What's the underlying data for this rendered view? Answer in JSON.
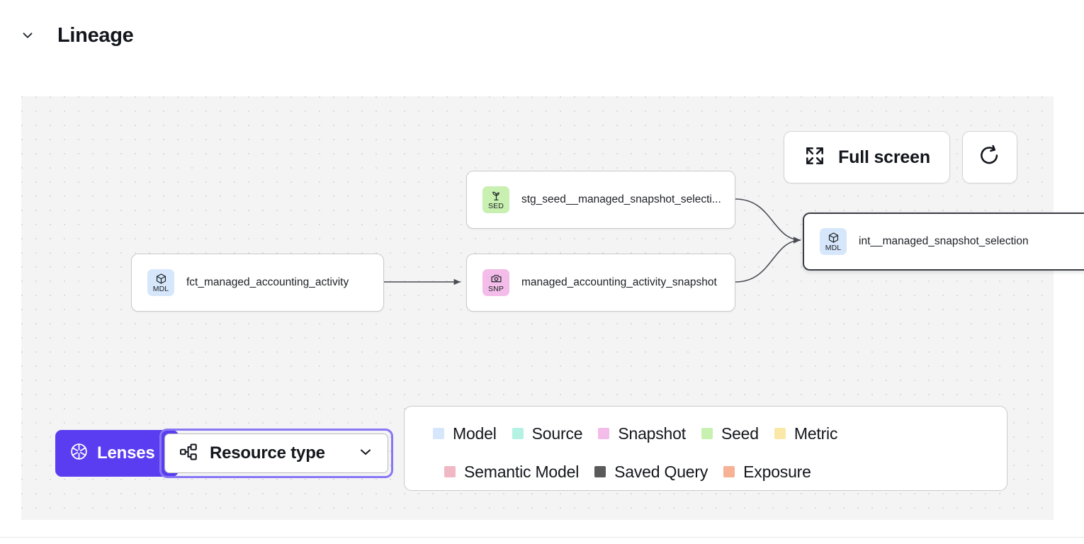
{
  "section": {
    "title": "Lineage",
    "collapse_icon": "chevron-down-icon"
  },
  "canvas": {
    "background_color": "#f4f4f5",
    "dot_color": "#dcdcde"
  },
  "toolbar": {
    "fullscreen_label": "Full screen",
    "fullscreen_icon": "expand-arrows-icon",
    "refresh_icon": "refresh-icon"
  },
  "graph": {
    "nodes": [
      {
        "id": "fct_managed_accounting_activity",
        "label": "fct_managed_accounting_activity",
        "badge_abbr": "MDL",
        "badge_icon": "cube-icon",
        "badge_color": "#d6e7fb",
        "selected": false
      },
      {
        "id": "stg_seed__managed_snapshot_selection",
        "label": "stg_seed__managed_snapshot_selecti...",
        "badge_abbr": "SED",
        "badge_icon": "seedling-icon",
        "badge_color": "#c8f0b0",
        "selected": false
      },
      {
        "id": "managed_accounting_activity_snapshot",
        "label": "managed_accounting_activity_snapshot",
        "badge_abbr": "SNP",
        "badge_icon": "camera-icon",
        "badge_color": "#f3bce9",
        "selected": false
      },
      {
        "id": "int__managed_snapshot_selection",
        "label": "int__managed_snapshot_selection",
        "badge_abbr": "MDL",
        "badge_icon": "cube-icon",
        "badge_color": "#d6e7fb",
        "selected": true
      }
    ],
    "edge_color": "#4a4d54"
  },
  "controls": {
    "lenses_label": "Lenses",
    "lenses_icon": "aperture-icon",
    "lenses_color": "#5a3df0",
    "resource_type_label": "Resource type",
    "resource_type_icon": "hierarchy-icon",
    "resource_type_chevron": "chevron-down-icon",
    "focus_ring_color": "#8877f5"
  },
  "legend": {
    "row1": [
      {
        "label": "Model",
        "color": "#d6e7fb"
      },
      {
        "label": "Source",
        "color": "#b4f2e3"
      },
      {
        "label": "Snapshot",
        "color": "#f3bce9"
      },
      {
        "label": "Seed",
        "color": "#c8f0b0"
      },
      {
        "label": "Metric",
        "color": "#fae8a8"
      }
    ],
    "row2": [
      {
        "label": "Semantic Model",
        "color": "#f0b8c4"
      },
      {
        "label": "Saved Query",
        "color": "#5a5a5a"
      },
      {
        "label": "Exposure",
        "color": "#f7b195"
      }
    ]
  }
}
